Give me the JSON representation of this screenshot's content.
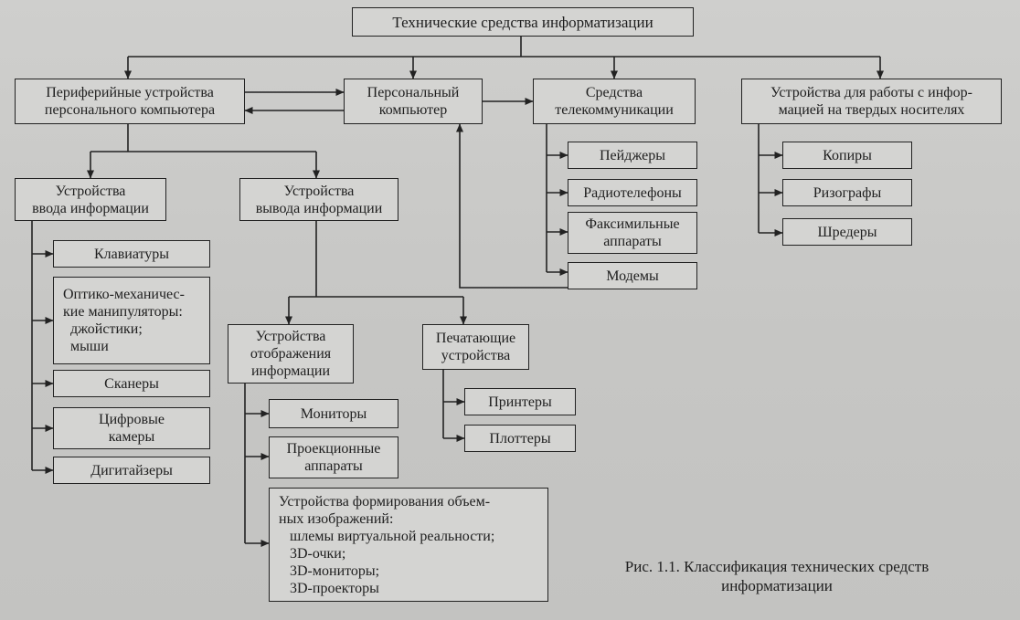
{
  "diagram": {
    "root": {
      "lines": [
        "Технические средства информатизации"
      ]
    },
    "peripheral": {
      "lines": [
        "Периферийные устройства",
        "персонального компьютера"
      ]
    },
    "pc": {
      "lines": [
        "Персональный",
        "компьютер"
      ]
    },
    "telecom": {
      "lines": [
        "Средства",
        "телекоммуникации"
      ],
      "items": [
        {
          "lines": [
            "Пейджеры"
          ]
        },
        {
          "lines": [
            "Радиотелефоны"
          ]
        },
        {
          "lines": [
            "Факсимильные",
            "аппараты"
          ]
        },
        {
          "lines": [
            "Модемы"
          ]
        }
      ]
    },
    "hardmedia": {
      "lines": [
        "Устройства для работы с инфор-",
        "мацией на твердых носителях"
      ],
      "items": [
        {
          "lines": [
            "Копиры"
          ]
        },
        {
          "lines": [
            "Ризографы"
          ]
        },
        {
          "lines": [
            "Шредеры"
          ]
        }
      ]
    },
    "input": {
      "lines": [
        "Устройства",
        "ввода информации"
      ],
      "items": [
        {
          "lines": [
            "Клавиатуры"
          ]
        },
        {
          "lines": [
            "Оптико-механичес-",
            "кие манипуляторы:",
            "  джойстики;",
            "  мыши"
          ]
        },
        {
          "lines": [
            "Сканеры"
          ]
        },
        {
          "lines": [
            "Цифровые",
            "камеры"
          ]
        },
        {
          "lines": [
            "Дигитайзеры"
          ]
        }
      ]
    },
    "output": {
      "lines": [
        "Устройства",
        "вывода информации"
      ]
    },
    "display": {
      "lines": [
        "Устройства",
        "отображения",
        "информации"
      ],
      "items": [
        {
          "lines": [
            "Мониторы"
          ]
        },
        {
          "lines": [
            "Проекционные",
            "аппараты"
          ]
        },
        {
          "lines": [
            "Устройства формирования объем-",
            "ных изображений:",
            "   шлемы виртуальной реальности;",
            "   3D-очки;",
            "   3D-мониторы;",
            "   3D-проекторы"
          ]
        }
      ]
    },
    "printing": {
      "lines": [
        "Печатающие",
        "устройства"
      ],
      "items": [
        {
          "lines": [
            "Принтеры"
          ]
        },
        {
          "lines": [
            "Плоттеры"
          ]
        }
      ]
    }
  },
  "caption": {
    "lines": [
      "Рис. 1.1. Классификация технических средств",
      "информатизации"
    ]
  },
  "colors": {
    "ink": "#222222",
    "paper": "#c9c9c7",
    "box_fill": "#d4d4d2"
  }
}
